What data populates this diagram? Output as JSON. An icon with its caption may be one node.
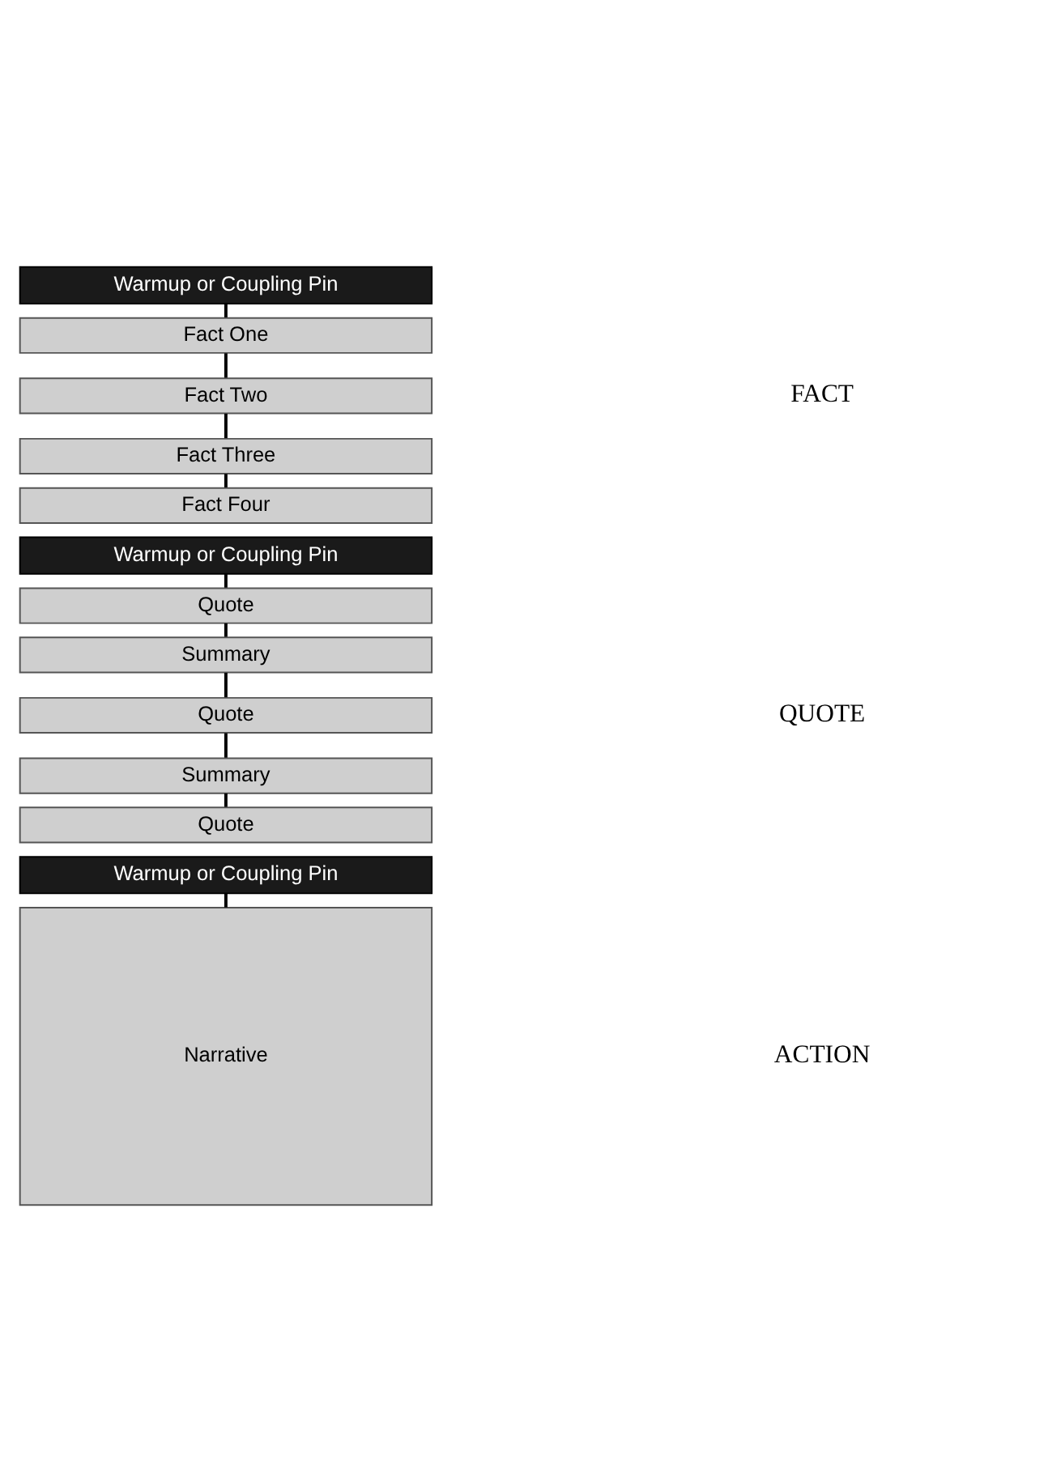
{
  "diagram": {
    "nodes": [
      {
        "text": [
          "Warmup or Coupling Pin"
        ]
      },
      {
        "text": [
          "Fact One"
        ]
      },
      {
        "text": [
          "Fact Two"
        ]
      },
      {
        "text": [
          "Fact Three"
        ]
      },
      {
        "text": [
          "Fact Four"
        ]
      },
      {
        "text": [
          "Warmup or Coupling Pin"
        ]
      },
      {
        "text": [
          "Quote"
        ]
      },
      {
        "text": [
          "Summary"
        ]
      },
      {
        "text": [
          "Quote"
        ]
      },
      {
        "text": [
          "Summary"
        ]
      },
      {
        "text": [
          "Quote"
        ]
      },
      {
        "text": [
          "Warmup or Coupling Pin"
        ]
      },
      {
        "text": [
          "Narrative"
        ]
      }
    ],
    "edges": [
      {
        "from": 0,
        "to": 1,
        "arrow": "none"
      },
      {
        "from": 1,
        "to": 2,
        "arrow": "none"
      },
      {
        "from": 2,
        "to": 3,
        "arrow": "none"
      },
      {
        "from": 3,
        "to": 4,
        "arrow": "none"
      },
      {
        "from": 5,
        "to": 6,
        "arrow": "none"
      },
      {
        "from": 6,
        "to": 7,
        "arrow": "none"
      },
      {
        "from": 7,
        "to": 8,
        "arrow": "none"
      },
      {
        "from": 8,
        "to": 9,
        "arrow": "none"
      },
      {
        "from": 9,
        "to": 10,
        "arrow": "none"
      },
      {
        "from": 11,
        "to": 12,
        "arrow": "none"
      }
    ],
    "labels": [
      "FACT",
      "QUOTE",
      "ACTION"
    ]
  }
}
